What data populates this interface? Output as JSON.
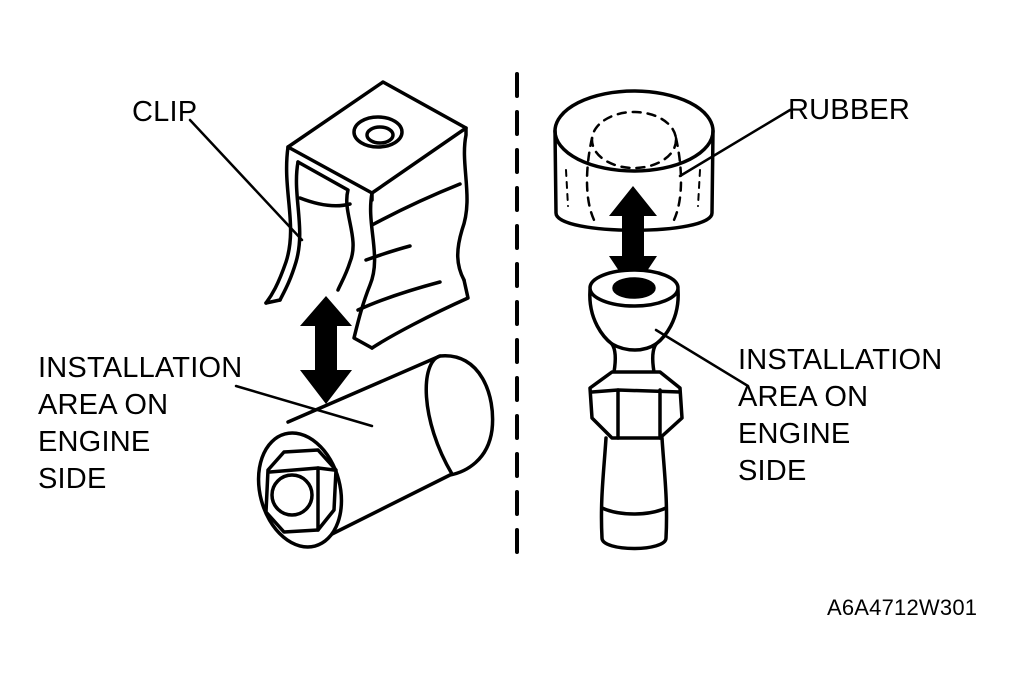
{
  "labels": {
    "clip": "CLIP",
    "rubber": "RUBBER",
    "left_install": [
      "INSTALLATION",
      "AREA ON",
      "ENGINE",
      "SIDE"
    ],
    "right_install": [
      "INSTALLATION",
      "AREA ON",
      "ENGINE",
      "SIDE"
    ],
    "figure_id": "A6A4712W301"
  },
  "icons": {
    "clip": "clip-bracket-icon",
    "rubber": "rubber-cap-icon",
    "engine_mount_left": "hex-bolt-cylinder-icon",
    "engine_mount_right": "ball-stud-icon",
    "arrows": "double-arrow-icon"
  },
  "colors": {
    "ink": "#000000",
    "paper": "#ffffff"
  }
}
